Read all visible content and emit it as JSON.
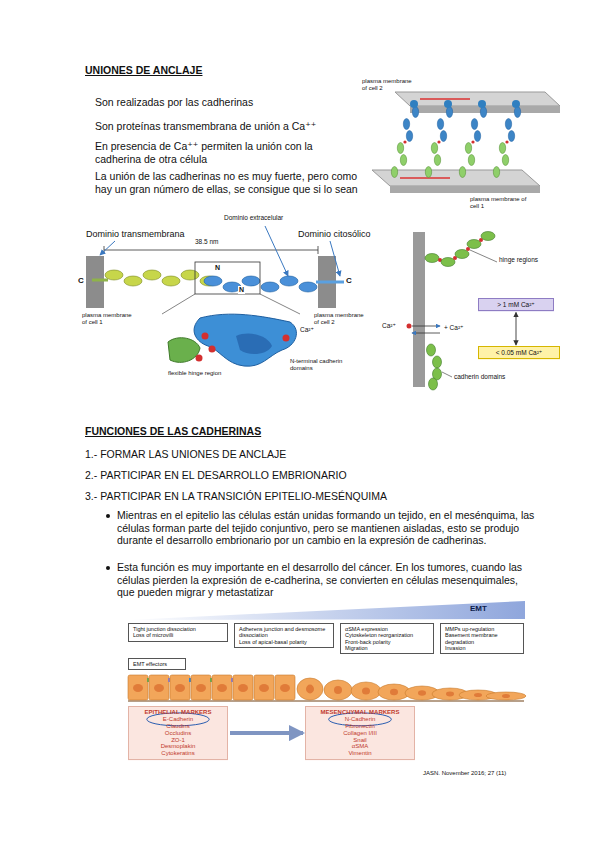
{
  "diagram": {
    "title": "UNIONES DE ANCLAJE",
    "nodes": [
      {
        "text": [
          "> 1 mM Ca²⁺"
        ]
      },
      {
        "text": [
          "< 0.05 mM Ca²⁺"
        ]
      },
      {
        "text": [
          "Tight junction dissociation",
          "Loss of microvilli"
        ]
      },
      {
        "text": [
          "Adherens junction and desmosome dissociation",
          "Loss of apical-basal polarity"
        ]
      },
      {
        "text": [
          "αSMA expression",
          "Cytoskeleton reorganization",
          "Front-back polarity",
          "Migration"
        ]
      },
      {
        "text": [
          "MMPs up-regulation",
          "Basement membrane degradation",
          "Invasion"
        ]
      },
      {
        "text": [
          "EMT effectors"
        ]
      },
      {
        "text": [
          "EPITHELIAL MARKERS",
          "E-Cadherin",
          "Claudins",
          "Occludins",
          "ZO-1",
          "Desmoplakin",
          "Cytokeratins"
        ]
      },
      {
        "text": [
          "MESENCHYMAL MARKERS",
          "N-Cadherin",
          "Fibronectin",
          "Collagen I/III",
          "Snail",
          "αSMA",
          "Vimentin"
        ]
      }
    ],
    "edges": [
      {
        "from": 0,
        "to": 1,
        "arrow": "both"
      },
      {
        "from": 7,
        "to": 8,
        "arrow": "to"
      }
    ],
    "labels": [
      "Son realizadas por las cadherinas",
      "Son proteínas transmembrana de unión a Ca⁺⁺",
      "En presencia de Ca⁺⁺ permiten la unión con la cadherina de otra célula",
      "La unión de las cadherinas no es muy fuerte, pero como hay un gran número de ellas, se consigue que si lo sean",
      "plasma membrane of cell 2",
      "plasma membrane of cell 1",
      "Dominio extracelular",
      "Dominio transmembrana",
      "Dominio citosólico",
      "38.5 nm",
      "C",
      "N",
      "N",
      "C",
      "plasma membrane of cell 1",
      "plasma membrane of cell 2",
      "Ca²⁺",
      "flexible hinge region",
      "N-terminal cadherin domains",
      "hinge regions",
      "Ca²⁺",
      "+ Ca²⁺",
      "cadherin domains",
      "FUNCIONES DE LAS CADHERINAS",
      "1.- FORMAR LAS UNIONES DE ANCLAJE",
      "2.- PARTICIPAR EN EL DESARROLLO EMBRIONARIO",
      "3.- PARTICIPAR EN LA TRANSICIÓN EPITELIO-MESÉNQUIMA",
      "Mientras en el epitelio las células están unidas formando un tejido, en el mesénquima, las células forman parte del tejido conjuntivo, pero se mantienen aisladas, esto se produjo durante el desarrollo embrionario por un cambio en la expresión de cadherinas.",
      "Esta función es muy importante en el desarrollo del cáncer. En los tumores, cuando las células pierden la expresión de e-cadherina, se convierten en células mesenquimales, que pueden migrar y metastatizar",
      "EMT",
      "JASN. November 2016; 27 (11)"
    ]
  }
}
